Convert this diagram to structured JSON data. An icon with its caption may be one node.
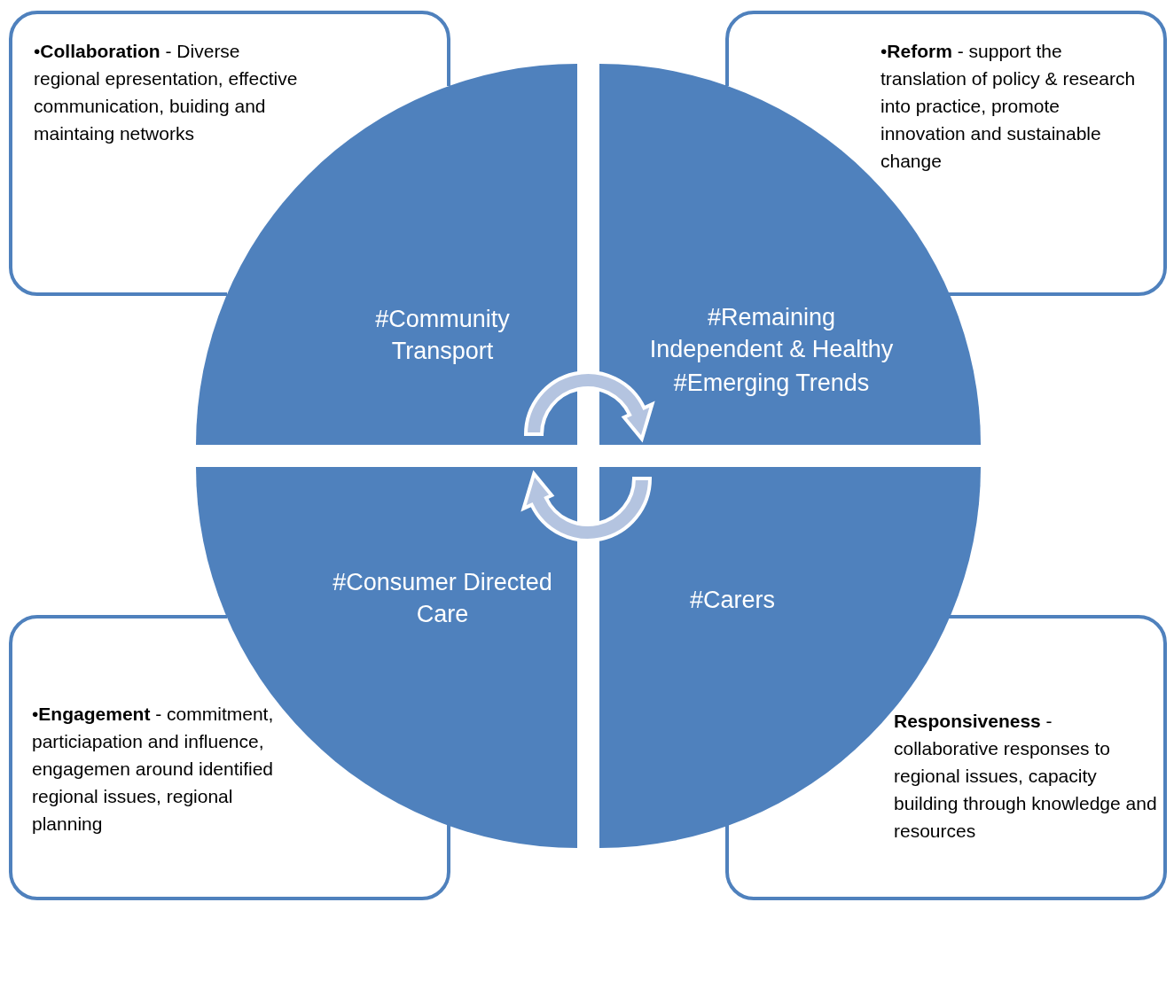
{
  "diagram": {
    "nodes": [
      {
        "text": [
          "•**Collaboration** - Diverse regional epresentation, effective communication, buiding and maintaing networks"
        ]
      },
      {
        "text": [
          "•**Reform** - support the translation of policy & research into practice, promote innovation and sustainable change"
        ]
      },
      {
        "text": [
          "#Community Transport"
        ]
      },
      {
        "text": [
          "#Remaining Independent & Healthy",
          "#Emerging Trends"
        ]
      },
      {
        "text": [
          "#Consumer Directed Care"
        ]
      },
      {
        "text": [
          "#Carers"
        ]
      },
      {
        "text": [
          "•**Engagement** - commitment, particiapation and influence, engagemen around identified regional issues, regional planning"
        ]
      },
      {
        "text": [
          "**Responsiveness** - collaborative responses to regional issues, capacity building through knowledge and resources"
        ]
      }
    ]
  }
}
